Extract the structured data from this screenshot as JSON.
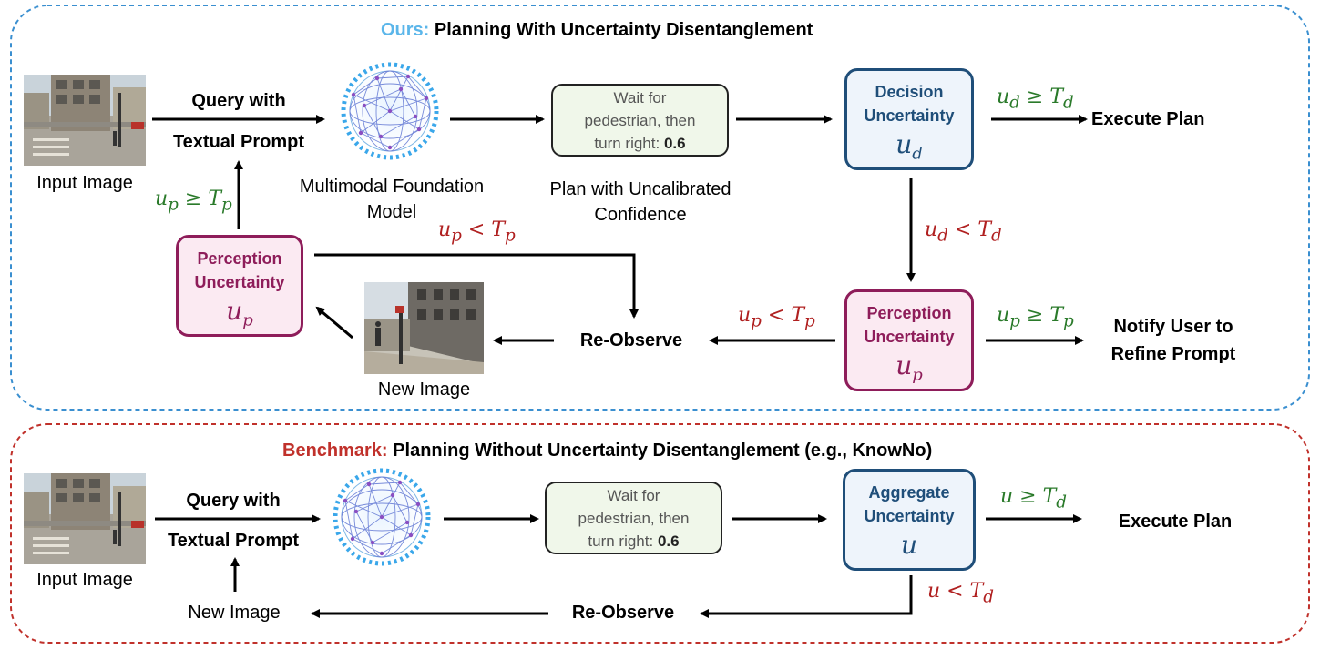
{
  "ours": {
    "title_highlight": "Ours:",
    "title_rest": "Planning With Uncertainty Disentanglement",
    "query_line1": "Query with",
    "query_line2": "Textual Prompt",
    "input_image_label": "Input Image",
    "model_label_line1": "Multimodal Foundation",
    "model_label_line2": "Model",
    "plan_line1": "Wait for",
    "plan_line2": "pedestrian, then",
    "plan_line3": "turn right:",
    "plan_conf": "0.6",
    "plan_caption_line1": "Plan with Uncalibrated",
    "plan_caption_line2": "Confidence",
    "decision_line1": "Decision",
    "decision_line2": "Uncertainty",
    "decision_symbol": "u",
    "decision_sub": "d",
    "cond_ud_ge": "u",
    "cond_ud_ge_sub": "d",
    "cond_ud_ge_rest": " ≥ T",
    "cond_ud_ge_rest_sub": "d",
    "execute_plan": "Execute Plan",
    "cond_ud_lt": "u",
    "cond_ud_lt_sub": "d",
    "cond_ud_lt_rest": " < T",
    "cond_ud_lt_rest_sub": "d",
    "perception_line1": "Perception",
    "perception_line2": "Uncertainty",
    "perception_symbol": "u",
    "perception_sub": "p",
    "cond_up_ge_left": "u",
    "cond_up_ge_left_sub": "p",
    "cond_up_ge_left_rest": " ≥ T",
    "cond_up_ge_left_rest_sub": "p",
    "cond_up_lt_top": "u",
    "cond_up_lt_top_sub": "p",
    "cond_up_lt_top_rest": " < T",
    "cond_up_lt_top_rest_sub": "p",
    "cond_up_lt_right": "u",
    "cond_up_lt_right_sub": "p",
    "cond_up_lt_right_rest": " < T",
    "cond_up_lt_right_rest_sub": "p",
    "cond_up_ge_right": "u",
    "cond_up_ge_right_sub": "p",
    "cond_up_ge_right_rest": " ≥ T",
    "cond_up_ge_right_rest_sub": "p",
    "re_observe": "Re-Observe",
    "new_image_label": "New Image",
    "notify_line1": "Notify User to",
    "notify_line2": "Refine Prompt"
  },
  "bench": {
    "title_highlight": "Benchmark:",
    "title_rest": "Planning Without Uncertainty Disentanglement (e.g., KnowNo)",
    "query_line1": "Query with",
    "query_line2": "Textual Prompt",
    "input_image_label": "Input Image",
    "plan_line1": "Wait for",
    "plan_line2": "pedestrian, then",
    "plan_line3": "turn right:",
    "plan_conf": "0.6",
    "aggregate_line1": "Aggregate",
    "aggregate_line2": "Uncertainty",
    "aggregate_symbol": "u",
    "cond_ge": "u ≥ T",
    "cond_ge_sub": "d",
    "execute_plan": "Execute Plan",
    "cond_lt": "u < T",
    "cond_lt_sub": "d",
    "re_observe": "Re-Observe",
    "new_image_label": "New Image"
  },
  "colors": {
    "ours_border": "#3a8fd0",
    "bench_border": "#c0312b",
    "decision": "#1f4e79",
    "perception": "#8e1d5a",
    "green_math": "#2a7a2a",
    "red_math": "#b02020",
    "sphere_ring": "#3aa7ea"
  },
  "icons": [
    "street-scene-image",
    "foundation-model-sphere-icon",
    "arrow-icon"
  ]
}
